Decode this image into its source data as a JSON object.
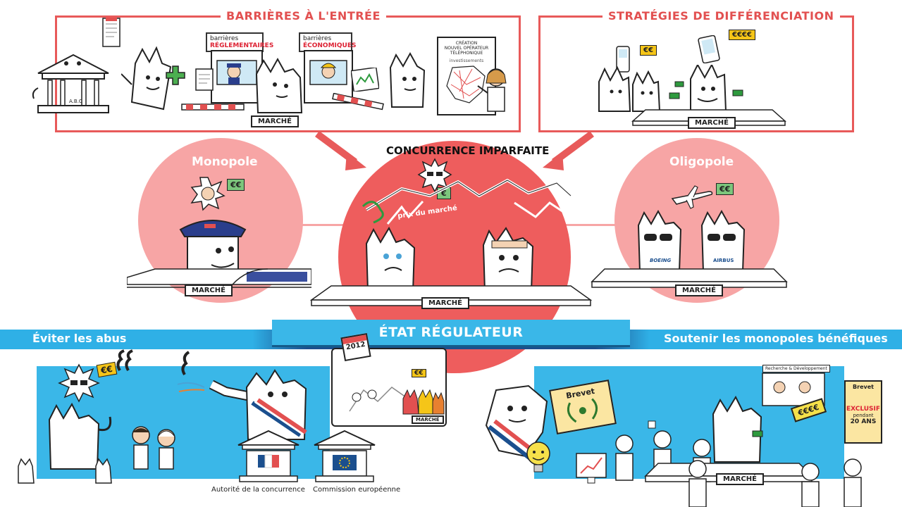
{
  "top_left": {
    "title": "BARRIÈRES À L'ENTRÉE",
    "sign_reg_line1": "barrières",
    "sign_reg_line2": "RÉGLEMENTAIRES",
    "sign_eco_line1": "barrières",
    "sign_eco_line2": "ÉCONOMIQUES",
    "marche": "MARCHÉ",
    "poster_line1": "CRÉATION",
    "poster_line2": "NOUVEL OPÉRATEUR",
    "poster_line3": "TÉLÉPHONIQUE",
    "poster_line4": "investissements",
    "bank_label": "A.B.C"
  },
  "top_right": {
    "title": "STRATÉGIES DE DIFFÉRENCIATION",
    "price1": "€€",
    "price2": "€€€€",
    "marche": "MARCHÉ"
  },
  "monopole": {
    "title": "Monopole",
    "price": "€€",
    "marche": "MARCHÉ"
  },
  "center": {
    "title": "CONCURRENCE IMPARFAITE",
    "price_label": "prix du marché",
    "euro": "€",
    "marche": "MARCHÉ"
  },
  "oligopole": {
    "title": "Oligopole",
    "price": "€€",
    "marche": "MARCHÉ",
    "brand1": "BOEING",
    "brand2": "AIRBUS"
  },
  "regulator": {
    "banner": "ÉTAT RÉGULATEUR",
    "left_label": "Éviter les abus",
    "right_label": "Soutenir les monopoles bénéfiques"
  },
  "bottom_left": {
    "price": "€€",
    "calendar": "2012",
    "caption1": "Autorité de la concurrence",
    "caption2": "Commission européenne",
    "marche": "MARCHÉ"
  },
  "bottom_right": {
    "brevet": "Brevet",
    "rd_sign": "Recherche & Développement",
    "price_tag": "€€€€",
    "poster_title": "Brevet",
    "poster_line1": "EXCLUSIF",
    "poster_line2": "pendant",
    "poster_line3": "20 ANS",
    "marche": "MARCHÉ"
  },
  "colors": {
    "accent_red": "#e85a5a",
    "pink_circle": "#f7a5a5",
    "center_circle": "#ee5d5d",
    "blue": "#3ab7e8",
    "navy": "#1b4f8e",
    "money_green": "#2e9a3e"
  }
}
